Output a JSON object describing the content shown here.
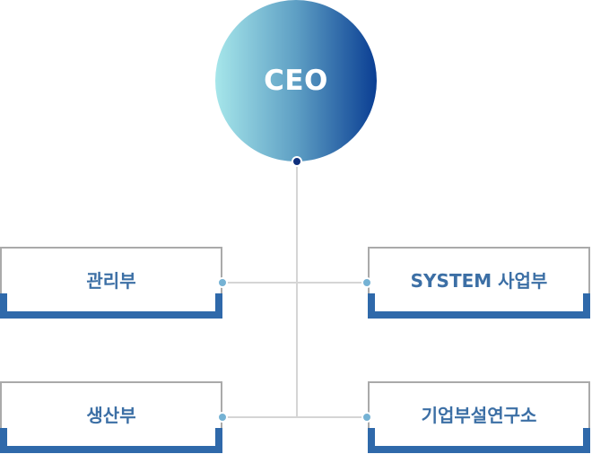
{
  "org_chart": {
    "root": {
      "label": "CEO"
    },
    "departments": [
      {
        "label": "관리부"
      },
      {
        "label": "SYSTEM 사업부"
      },
      {
        "label": "생산부"
      },
      {
        "label": "기업부설연구소"
      }
    ]
  },
  "colors": {
    "ceo_gradient_start": "#a6e6ea",
    "ceo_gradient_end": "#0a3e93",
    "box_border": "#aaaaaa",
    "box_accent": "#2f69aa",
    "label_text": "#3c6fa5",
    "connector_line": "#d5d5d5",
    "connector_dot": "#75b2d4"
  }
}
